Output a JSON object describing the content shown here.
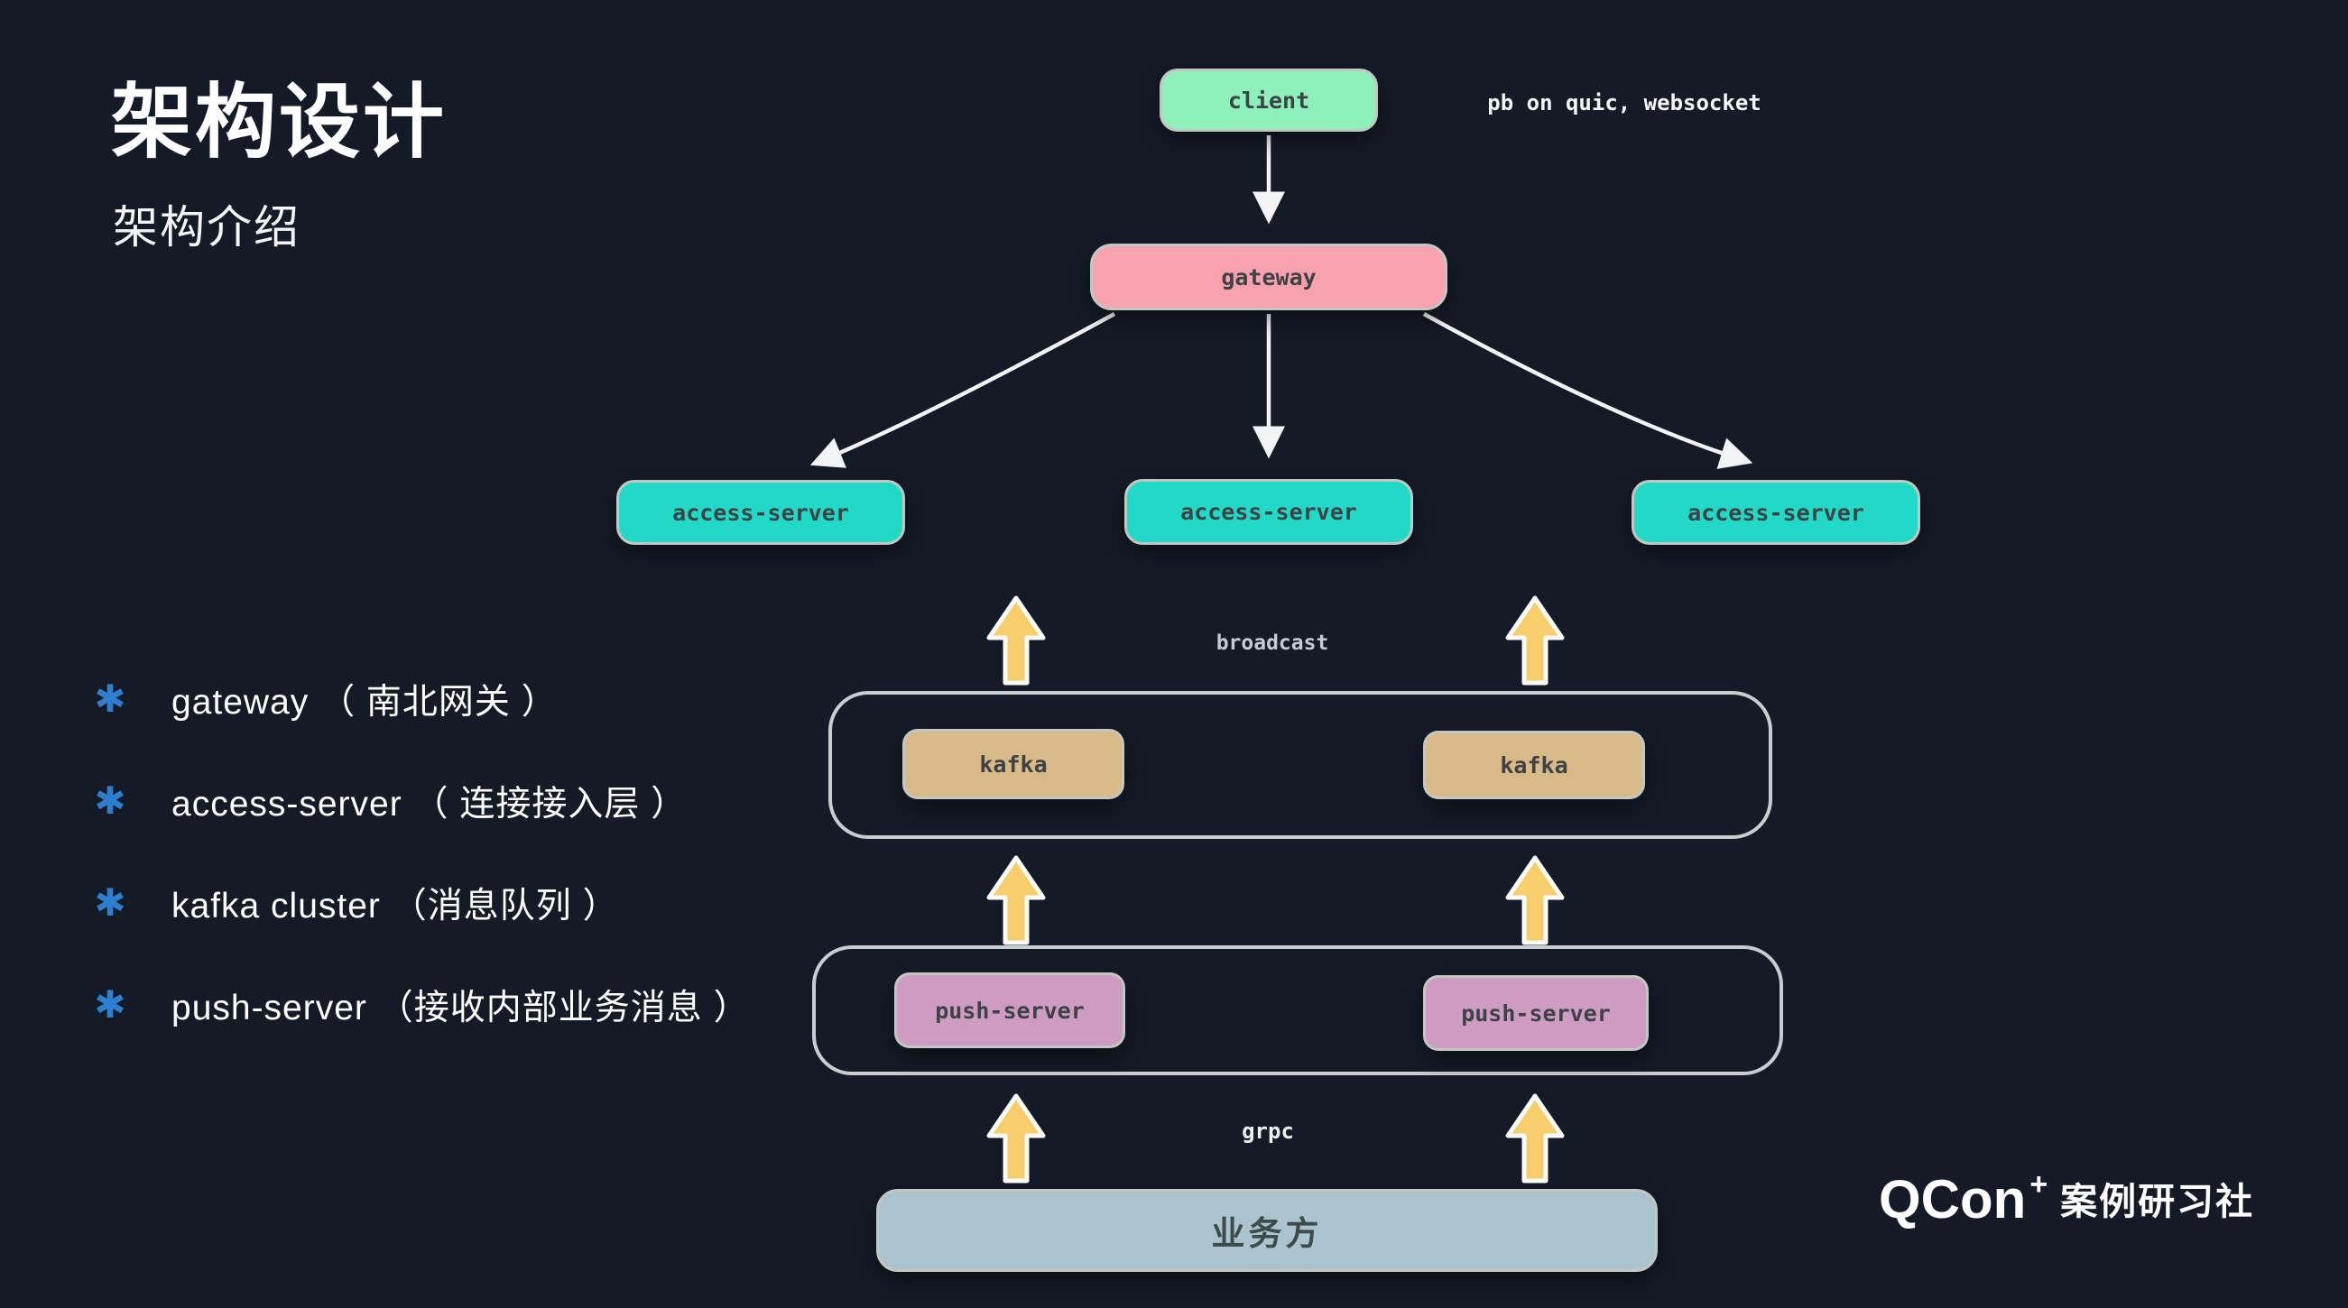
{
  "slide": {
    "title": "架构设计",
    "subtitle": "架构介绍",
    "background_color": "#141b26"
  },
  "bullets": {
    "marker": "✱",
    "marker_color": "#2e7ed0",
    "items": [
      {
        "text": "gateway （ 南北网关 ）"
      },
      {
        "text": "access-server （ 连接接入层 ）"
      },
      {
        "text": "kafka cluster （消息队列 ）"
      },
      {
        "text": "push-server （接收内部业务消息 ）"
      }
    ]
  },
  "annotations": {
    "protocol": "pb on quic, websocket",
    "broadcast": "broadcast",
    "grpc": "grpc"
  },
  "diagram": {
    "client": {
      "label": "client",
      "color": "#8ef0ba"
    },
    "gateway": {
      "label": "gateway",
      "color": "#f8a2b0"
    },
    "access_servers": {
      "color": "#21d9c6",
      "items": [
        "access-server",
        "access-server",
        "access-server"
      ]
    },
    "kafka_cluster": {
      "color": "#d8b988",
      "items": [
        "kafka",
        "kafka"
      ]
    },
    "push_servers": {
      "color": "#ce9bc3",
      "items": [
        "push-server",
        "push-server"
      ]
    },
    "business": {
      "label": "业务方",
      "color": "#abc2cf"
    },
    "up_arrow_color": "#f7ce6b",
    "connector_color": "#f2f4f5",
    "container_border_color": "#c9cdd0"
  },
  "footer": {
    "brand": "QCon",
    "plus": "+",
    "suffix": "案例研习社"
  }
}
